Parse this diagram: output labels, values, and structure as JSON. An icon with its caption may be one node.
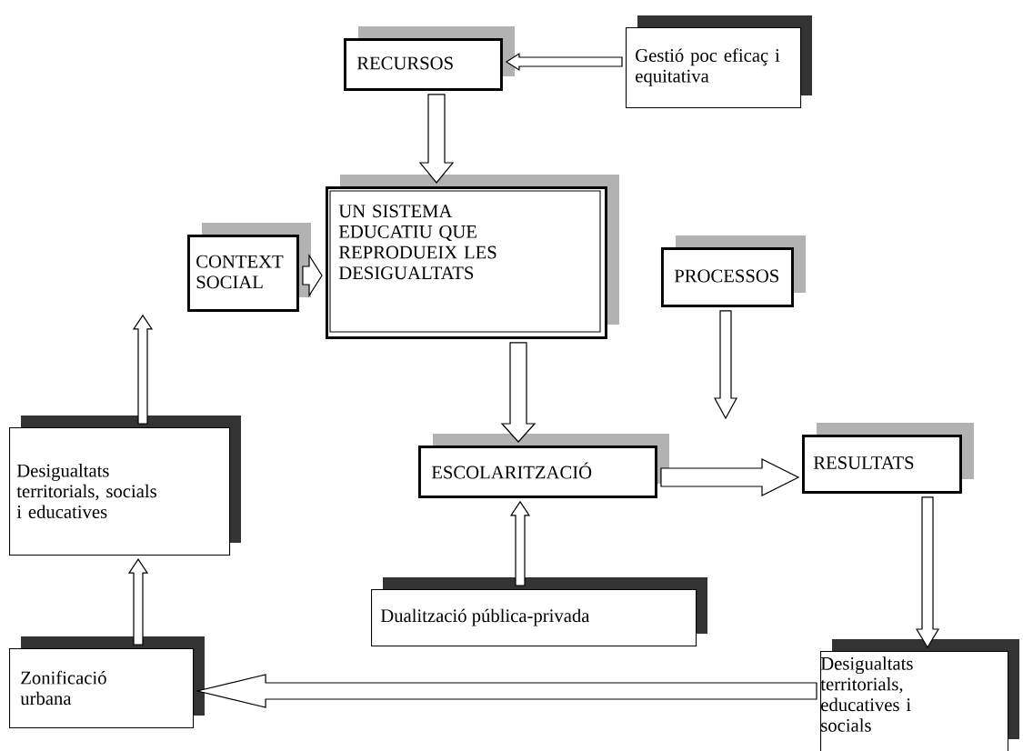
{
  "diagram": {
    "nodes": [
      {
        "text": [
          "RECURSOS"
        ]
      },
      {
        "text": [
          "Gestió poc eficaç i equitativa"
        ]
      },
      {
        "text": [
          "UN SISTEMA EDUCATIU QUE REPRODUEIX LES DESIGUALTATS"
        ]
      },
      {
        "text": [
          "CONTEXT SOCIAL"
        ]
      },
      {
        "text": [
          "PROCESSOS"
        ]
      },
      {
        "text": [
          "Desigualtats territorials, socials i educatives"
        ]
      },
      {
        "text": [
          "ESCOLARITZACIÓ"
        ]
      },
      {
        "text": [
          "RESULTATS"
        ]
      },
      {
        "text": [
          "Dualització pública-privada"
        ]
      },
      {
        "text": [
          "Zonificació urbana"
        ]
      },
      {
        "text": [
          "Desigualtats territorials, educatives i socials"
        ]
      }
    ],
    "edges": [
      {
        "from": 1,
        "to": 0,
        "arrow": "to"
      },
      {
        "from": 0,
        "to": 2,
        "arrow": "to"
      },
      {
        "from": 3,
        "to": 2,
        "arrow": "to"
      },
      {
        "from": 2,
        "to": 6,
        "arrow": "to"
      },
      {
        "from": 4,
        "to": null,
        "arrow": "to"
      },
      {
        "from": 6,
        "to": 7,
        "arrow": "to"
      },
      {
        "from": 8,
        "to": 6,
        "arrow": "to"
      },
      {
        "from": 7,
        "to": 10,
        "arrow": "to"
      },
      {
        "from": 10,
        "to": 9,
        "arrow": "to"
      },
      {
        "from": 9,
        "to": 5,
        "arrow": "to"
      },
      {
        "from": 5,
        "to": 3,
        "arrow": "to"
      }
    ]
  }
}
